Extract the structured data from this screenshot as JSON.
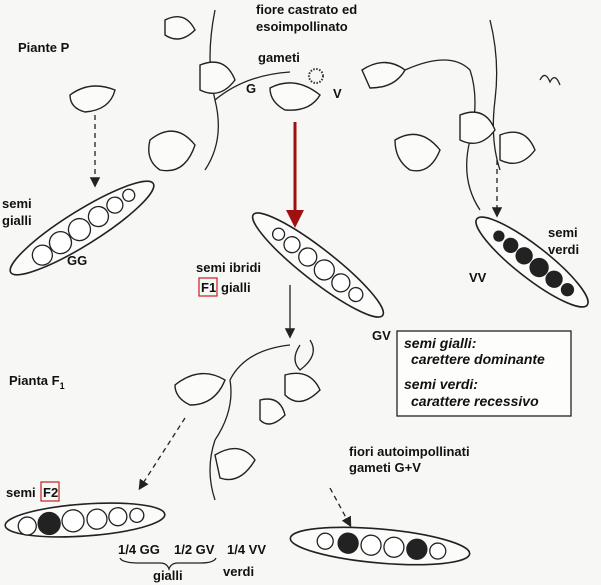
{
  "title_cross": [
    "fiore castrato ed",
    "esoimpollinato"
  ],
  "parents_label": "Piante P",
  "gametes_label": "gameti",
  "gamete_g": "G",
  "gamete_v": "V",
  "left_pod": {
    "label": [
      "semi",
      "gialli"
    ],
    "genotype": "GG"
  },
  "right_pod": {
    "label": [
      "semi",
      "verdi"
    ],
    "genotype": "VV"
  },
  "hybrid_pod": {
    "label_1": "semi ibridi",
    "generation": "F1",
    "label_2": "gialli",
    "genotype": "GV"
  },
  "legend": {
    "line1": "semi gialli:",
    "line2": "carettere dominante",
    "line3": "semi verdi:",
    "line4": "carattere recessivo"
  },
  "f1_plant_label": "Pianta F",
  "f1_plant_sub": "1",
  "self_pollination": [
    "fiori autoimpollinati",
    "gameti G+V"
  ],
  "f2_label": "semi",
  "f2_generation": "F2",
  "ratios": {
    "gg": "1/4 GG",
    "gv": "1/2 GV",
    "vv": "1/4 VV",
    "yellow": "gialli",
    "green": "verdi"
  },
  "colors": {
    "arrow": "#a01010",
    "box": "#c02020"
  }
}
